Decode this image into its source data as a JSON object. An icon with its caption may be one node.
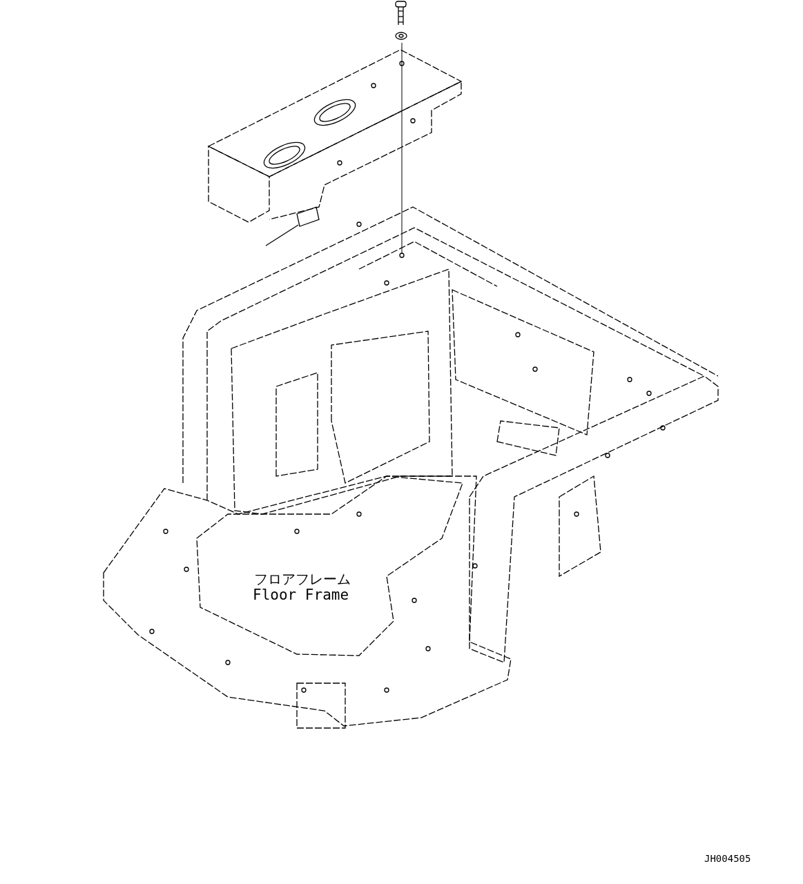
{
  "diagram": {
    "labels": [
      "フロアフレーム",
      "Floor Frame",
      "JH004505"
    ]
  }
}
